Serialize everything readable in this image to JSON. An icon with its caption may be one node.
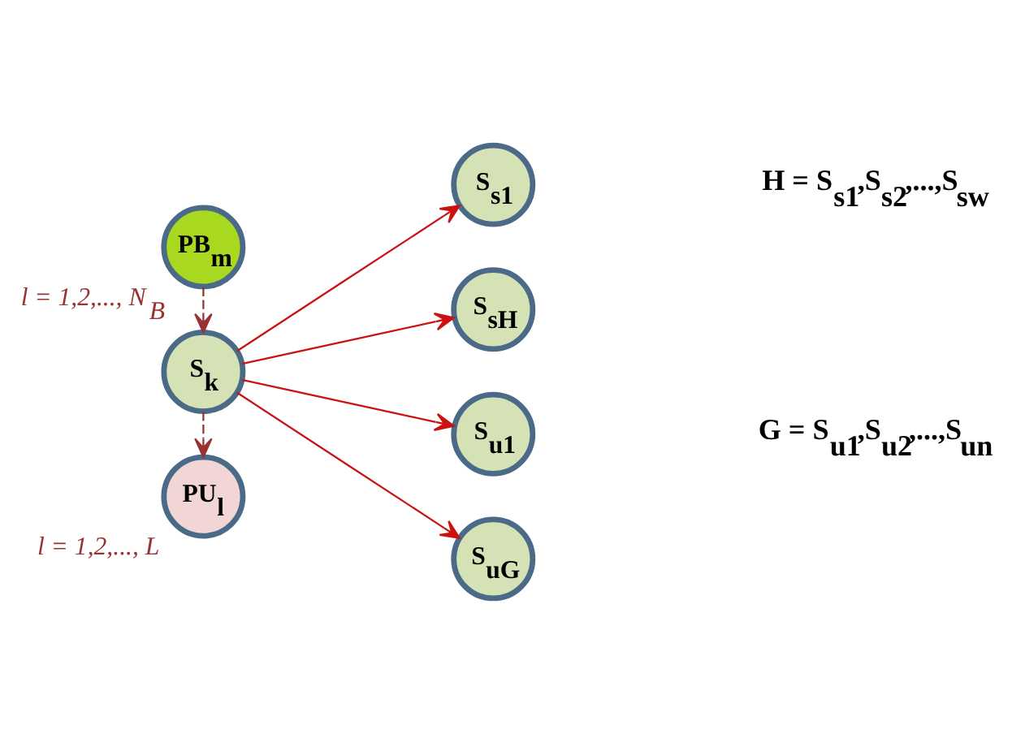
{
  "diagram": {
    "nodes": [
      {
        "text": [
          "PB$_{m}$"
        ],
        "beside": [
          "l = 1,2,..., N$_{B}$"
        ]
      },
      {
        "text": [
          "S$_{k}$"
        ]
      },
      {
        "text": [
          "PU$_{l}$"
        ],
        "beside": [
          "l = 1,2,..., L"
        ]
      },
      {
        "text": [
          "S$_{s1}$"
        ]
      },
      {
        "text": [
          "S$_{sH}$"
        ]
      },
      {
        "text": [
          "S$_{u1}$"
        ]
      },
      {
        "text": [
          "S$_{uG}$"
        ]
      }
    ],
    "edges": [
      {
        "from": 0,
        "to": 1,
        "arrow": "to",
        "style": "dashed",
        "color": "#993333"
      },
      {
        "from": 1,
        "to": 2,
        "arrow": "to",
        "style": "dashed",
        "color": "#993333"
      },
      {
        "from": 1,
        "to": 3,
        "arrow": "to"
      },
      {
        "from": 1,
        "to": 4,
        "arrow": "to"
      },
      {
        "from": 1,
        "to": 5,
        "arrow": "to"
      },
      {
        "from": 1,
        "to": 6,
        "arrow": "to"
      }
    ],
    "labels": [
      "H = S$_{s1}$,S$_{s2}$,...,S$_{sw}$",
      "G = S$_{u1}$,S$_{u2}$,...,S$_{un}$"
    ]
  }
}
